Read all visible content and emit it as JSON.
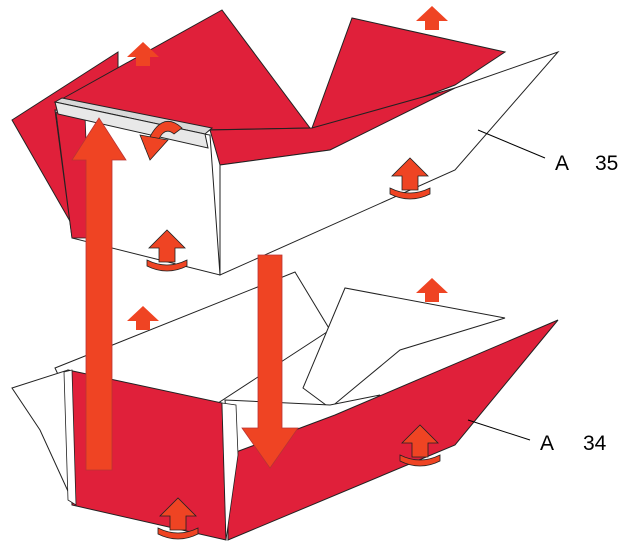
{
  "colors": {
    "panel_red": "#e0203a",
    "panel_white": "#ffffff",
    "outline": "#222222",
    "arrow_orange": "#ef4423",
    "tab_grey": "#d8d8d8"
  },
  "labels": [
    {
      "letter": "A",
      "number": "35"
    },
    {
      "letter": "A",
      "number": "34"
    }
  ],
  "icons": {
    "fold_arrow": "up-arrow-with-curved-tail",
    "straight_arrow": "long-vertical-arrow"
  }
}
